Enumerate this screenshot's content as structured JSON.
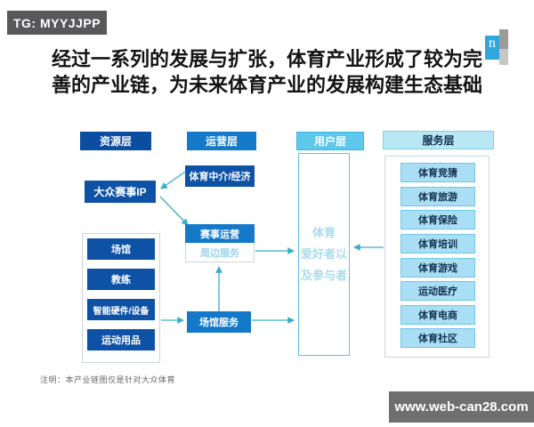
{
  "badge": {
    "label": "TG: MYYJJPP"
  },
  "title": {
    "line1": "经过一系列的发展与扩张，体育产业形成了较为完",
    "line2": "善的产业链，为未来体育产业的发展构建生态基础"
  },
  "logo": {
    "letter": "n"
  },
  "diagram": {
    "layers": {
      "resource": "资源层",
      "operation": "运营层",
      "user": "用户层",
      "service": "服务层"
    },
    "resource": {
      "ip_box": "大众赛事IP",
      "items": [
        "场馆",
        "教练",
        "智能硬件/设备",
        "运动用品"
      ]
    },
    "operation": {
      "agency": "体育中介/经济",
      "event_operation": "赛事运营",
      "periphery_service": "周边服务",
      "venue_service": "场馆服务"
    },
    "user": {
      "lines": [
        "体育",
        "爱好者以",
        "及参与者"
      ]
    },
    "service": {
      "items": [
        "体育竞猜",
        "体育旅游",
        "体育保险",
        "体育培训",
        "体育游戏",
        "运动医疗",
        "体育电商",
        "体育社区"
      ]
    }
  },
  "note": "注明：本产业链图仅是针对大众体育",
  "watermark": "www.web-can28.com",
  "colors": {
    "dark_blue": "#0b4da0",
    "mid_blue": "#1379c8",
    "sky_blue": "#5ec7ec",
    "pale_cyan": "#a9def4",
    "connector": "#3aacc8",
    "badge_gray": "#58585a"
  }
}
